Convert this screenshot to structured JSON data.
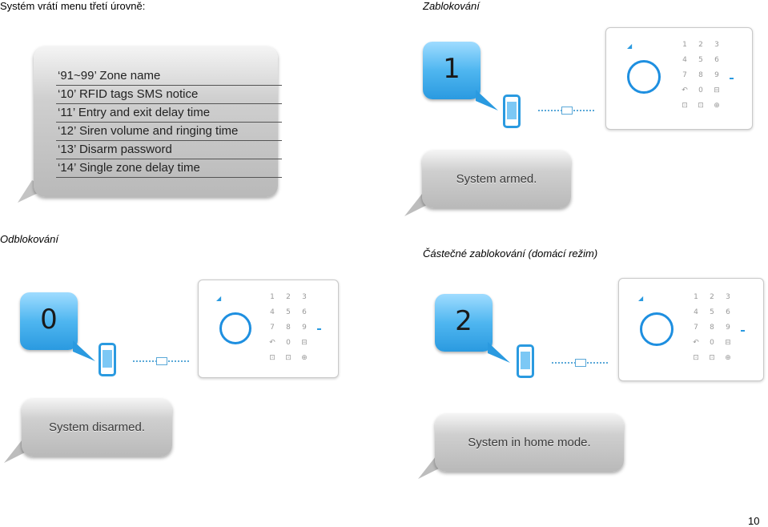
{
  "headings": {
    "intro": "Systém vrátí menu třetí úrovně:",
    "arm": "Zablokování",
    "disarm": "Odblokování",
    "home": "Částečné zablokování (domácí režim)"
  },
  "menu_items": [
    "‘91~99’ Zone name",
    "‘10’ RFID tags SMS notice",
    "‘11’ Entry and exit delay time",
    "‘12’ Siren volume and ringing time",
    "‘13’ Disarm password",
    "‘14’ Single zone delay time"
  ],
  "scenarios": {
    "arm": {
      "command": "1",
      "reply": "System armed."
    },
    "disarm": {
      "command": "0",
      "reply": "System disarmed."
    },
    "home": {
      "command": "2",
      "reply": "System in home mode."
    }
  },
  "keypad": [
    "1",
    "2",
    "3",
    "4",
    "5",
    "6",
    "7",
    "8",
    "9",
    "↶",
    "0",
    "⊟",
    "⊡",
    "⊡",
    "⊕"
  ],
  "signal_icon": "signal-icon",
  "page_number": "10"
}
